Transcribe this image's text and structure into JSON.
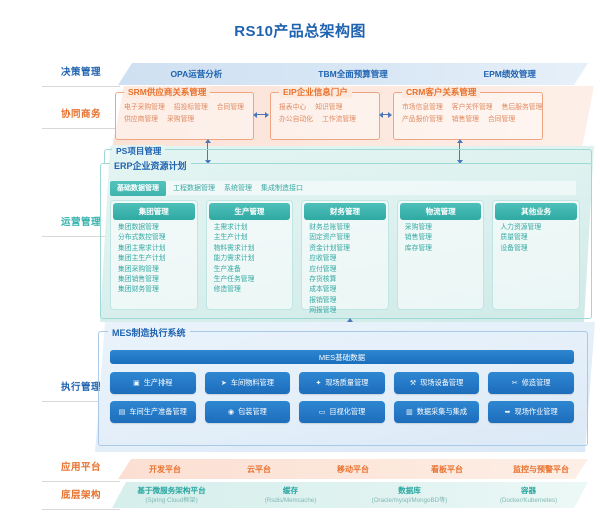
{
  "title": "RS10产品总架构图",
  "rail": [
    {
      "label": "决策管理",
      "color": "#1f63b0"
    },
    {
      "label": "协同商务",
      "color": "#e8722f"
    },
    {
      "label": "运营管理",
      "color": "#36b3ad"
    },
    {
      "label": "执行管理",
      "color": "#1f63b0"
    },
    {
      "label": "应用平台",
      "color": "#e8722f"
    },
    {
      "label": "底层架构",
      "color": "#e8722f"
    }
  ],
  "decision": {
    "items": [
      "OPA运营分析",
      "TBM全面预算管理",
      "EPM绩效管理"
    ]
  },
  "collaborative": {
    "groups": [
      {
        "title": "SRM供应商关系管理",
        "rows": [
          [
            "电子采购管理",
            "招投标管理",
            "合同管理"
          ],
          [
            "供应商管理",
            "采购管理"
          ]
        ]
      },
      {
        "title": "EIP企业信息门户",
        "rows": [
          [
            "报表中心",
            "知识管理"
          ],
          [
            "办公自动化",
            "工作流管理"
          ]
        ]
      },
      {
        "title": "CRM客户关系管理",
        "rows": [
          [
            "市场信息管理",
            "客户关怀管理",
            "售后服务管理"
          ],
          [
            "产品报价管理",
            "销售管理",
            "合同管理"
          ]
        ]
      }
    ]
  },
  "operations": {
    "ps_title": "PS项目管理",
    "erp_title": "ERP企业资源计划",
    "subbar": {
      "active": "基础数据管理",
      "items": [
        "工程数据管理",
        "系统管理",
        "集成制造接口"
      ]
    },
    "columns": [
      {
        "head": "集团管理",
        "items": [
          "集团数据管理",
          "分布式数控管理",
          "集团主需求计划",
          "集团主生产计划",
          "集团采购管理",
          "集团销售管理",
          "集团财务管理"
        ]
      },
      {
        "head": "生产管理",
        "items": [
          "主需求计划",
          "主生产计划",
          "物料需求计划",
          "能力需求计划",
          "生产准备",
          "生产任务管理",
          "修造管理"
        ]
      },
      {
        "head": "财务管理",
        "items": [
          "财务总账管理",
          "固定资产管理",
          "资金计划管理",
          "应收管理",
          "应付管理",
          "存货核算",
          "成本管理",
          "报销管理",
          "网报管理"
        ]
      },
      {
        "head": "物流管理",
        "items": [
          "采购管理",
          "销售管理",
          "库存管理"
        ]
      },
      {
        "head": "其他业务",
        "items": [
          "人力资源管理",
          "质量管理",
          "设备管理"
        ]
      }
    ]
  },
  "mes": {
    "title": "MES制造执行系统",
    "basebar": "MES基础数据",
    "tiles": [
      [
        {
          "icon": "▣",
          "icon_name": "schedule-icon",
          "label": "生产排程"
        },
        {
          "icon": "➤",
          "icon_name": "material-icon",
          "label": "车间物料管理"
        },
        {
          "icon": "✦",
          "icon_name": "quality-icon",
          "label": "现场质量管理"
        },
        {
          "icon": "⚒",
          "icon_name": "equipment-icon",
          "label": "现场设备管理"
        },
        {
          "icon": "✂",
          "icon_name": "repair-icon",
          "label": "修造管理"
        }
      ],
      [
        {
          "icon": "▤",
          "icon_name": "prepare-icon",
          "label": "车间生产准备管理"
        },
        {
          "icon": "◉",
          "icon_name": "package-icon",
          "label": "包装管理"
        },
        {
          "icon": "▭",
          "icon_name": "visual-icon",
          "label": "目视化管理"
        },
        {
          "icon": "▥",
          "icon_name": "collect-icon",
          "label": "数据采集与集成"
        },
        {
          "icon": "➥",
          "icon_name": "operation-icon",
          "label": "现场作业管理"
        }
      ]
    ]
  },
  "app_platform": {
    "items": [
      "开发平台",
      "云平台",
      "移动平台",
      "看板平台",
      "监控与预警平台"
    ]
  },
  "base_arch": {
    "items": [
      {
        "name": "基于微服务架构平台",
        "sub": "(Spring Cloud框架)"
      },
      {
        "name": "缓存",
        "sub": "(Rsdis/Memcache)"
      },
      {
        "name": "数据库",
        "sub": "(Oracle/mysql/MongoBD等)"
      },
      {
        "name": "容器",
        "sub": "(Docker/Kubernetes)"
      }
    ]
  },
  "colors": {
    "title_blue": "#1f63b0",
    "orange": "#e8722f",
    "teal": "#36b3ad",
    "mes_blue": "#1d6dbb"
  }
}
